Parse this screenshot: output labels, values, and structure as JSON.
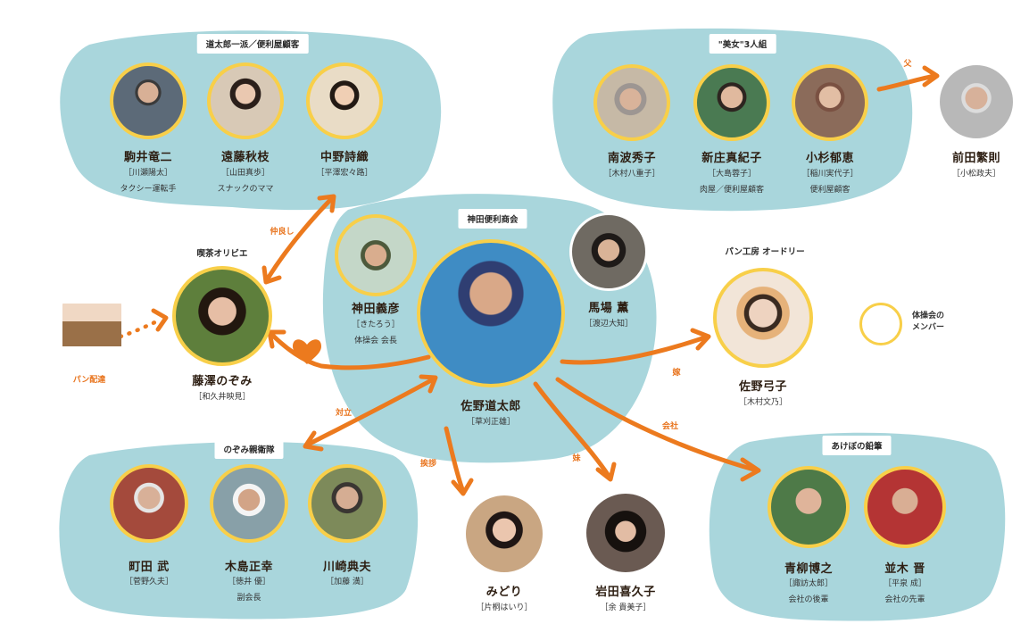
{
  "groups": {
    "michitaro": "道太郎一派／便利屋顧客",
    "bijo": "\"美女\"3人組",
    "kanda": "神田便利商会",
    "olivier": "喫茶オリビエ",
    "audrey": "パン工房 オードリー",
    "nozomi": "のぞみ親衛隊",
    "akebono": "あけぼの鉛筆"
  },
  "people": {
    "komai": {
      "name": "駒井竜二",
      "actor": "［川瀬陽太］",
      "role": "タクシー運転手"
    },
    "endo": {
      "name": "遠藤秋枝",
      "actor": "［山田真歩］",
      "role": "スナックのママ"
    },
    "nakano": {
      "name": "中野詩織",
      "actor": "［平澤宏々路］"
    },
    "nanba": {
      "name": "南波秀子",
      "actor": "［木村八重子］"
    },
    "shinjo": {
      "name": "新庄真紀子",
      "actor": "［大島蓉子］",
      "role": "肉屋／便利屋顧客"
    },
    "kosugi": {
      "name": "小杉郁恵",
      "actor": "［稲川実代子］",
      "role": "便利屋顧客"
    },
    "maeda": {
      "name": "前田繁則",
      "actor": "［小松政夫］"
    },
    "kanda": {
      "name": "神田義彦",
      "actor": "［きたろう］",
      "role": "体操会 会長"
    },
    "baba": {
      "name": "馬場 薫",
      "actor": "［渡辺大知］"
    },
    "sano": {
      "name": "佐野道太郎",
      "actor": "［草刈正雄］"
    },
    "fujisawa": {
      "name": "藤澤のぞみ",
      "actor": "［和久井映見］"
    },
    "yumiko": {
      "name": "佐野弓子",
      "actor": "［木村文乃］"
    },
    "machida": {
      "name": "町田 武",
      "actor": "［菅野久夫］"
    },
    "kijima": {
      "name": "木島正幸",
      "actor": "［徳井 優］",
      "role": "副会長"
    },
    "kawasaki": {
      "name": "川崎典夫",
      "actor": "［加藤 満］"
    },
    "midori": {
      "name": "みどり",
      "actor": "［片桐はいり］"
    },
    "iwata": {
      "name": "岩田喜久子",
      "actor": "［余 貴美子］"
    },
    "aoyagi": {
      "name": "青柳博之",
      "actor": "［諏訪太郎］",
      "role": "会社の後輩"
    },
    "namiki": {
      "name": "並木 晋",
      "actor": "［平泉 成］",
      "role": "会社の先輩"
    }
  },
  "relations": {
    "chichi": "父",
    "nakayoshi": "仲良し",
    "pan": "パン配達",
    "yome": "嫁",
    "kaisha": "会社",
    "tairitsu": "対立",
    "aisatsu": "挨拶",
    "imouto": "妹"
  },
  "legend": {
    "line1": "体操会の",
    "line2": "メンバー"
  }
}
